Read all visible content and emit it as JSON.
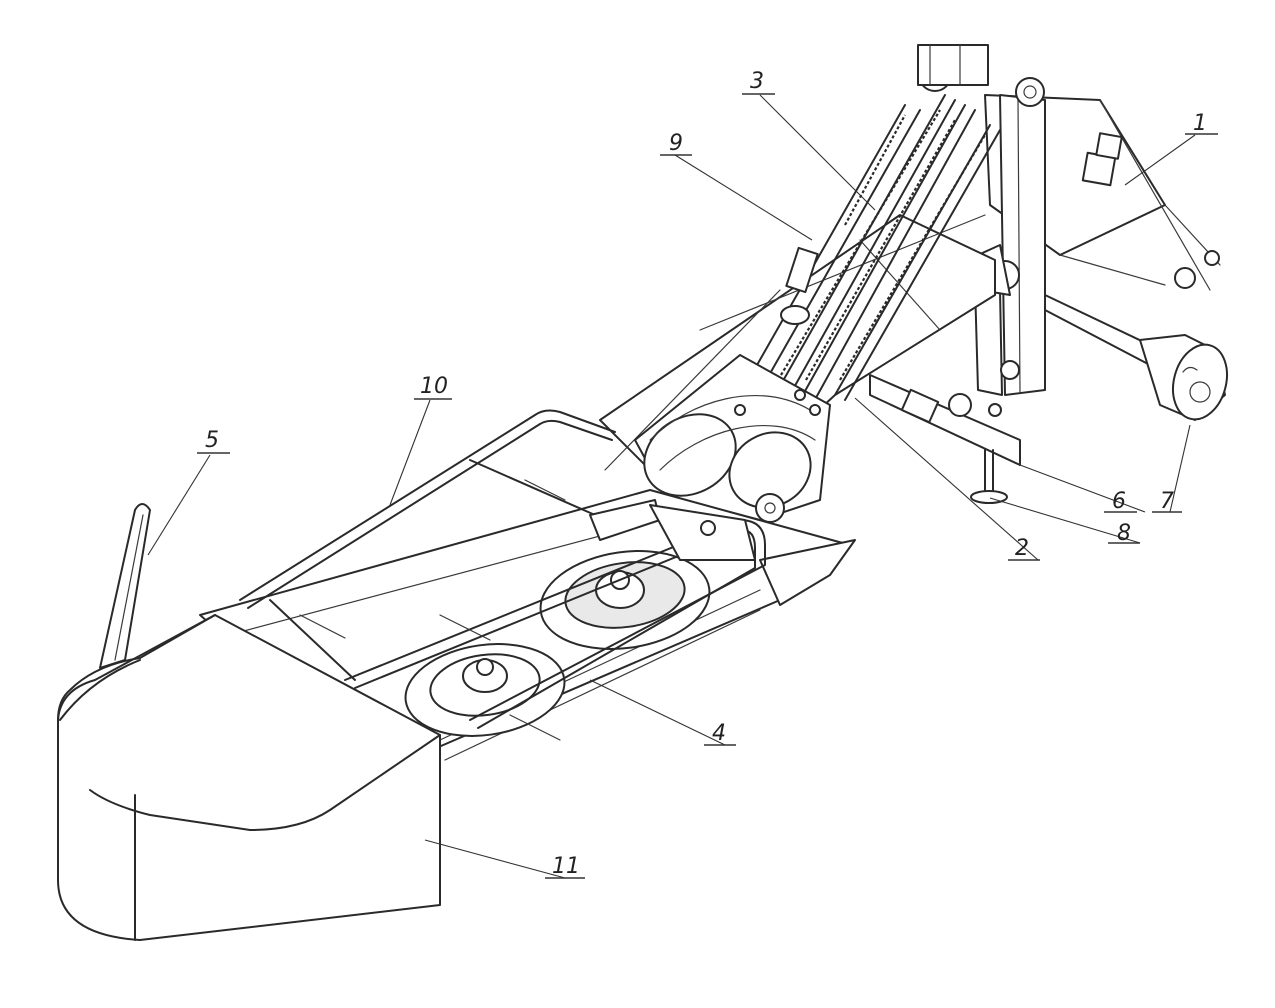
{
  "callouts": [
    {
      "id": "1",
      "label": "1"
    },
    {
      "id": "2",
      "label": "2"
    },
    {
      "id": "3",
      "label": "3"
    },
    {
      "id": "4",
      "label": "4"
    },
    {
      "id": "5",
      "label": "5"
    },
    {
      "id": "6",
      "label": "6"
    },
    {
      "id": "7",
      "label": "7"
    },
    {
      "id": "8",
      "label": "8"
    },
    {
      "id": "9",
      "label": "9"
    },
    {
      "id": "10",
      "label": "10"
    },
    {
      "id": "11",
      "label": "11"
    }
  ],
  "colors": {
    "ink": "#2a2a2a",
    "paper": "#ffffff",
    "shade": "#e9e9e9"
  }
}
